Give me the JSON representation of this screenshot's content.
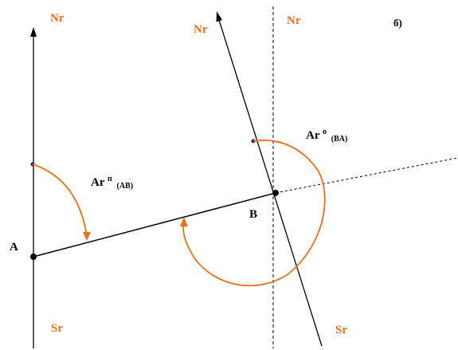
{
  "panel_label": "б)",
  "colors": {
    "orange": "#e8711a",
    "black": "#000000"
  },
  "labels": {
    "nr_left": "Nr",
    "nr_center": "Nr",
    "nr_right": "Nr",
    "sr_left": "Sr",
    "sr_right": "Sr",
    "point_a": "A",
    "point_b": "B",
    "angle_ab_main": "Ar",
    "angle_ab_sup": "п",
    "angle_ab_sub": "(AB)",
    "angle_ba_main": "Ar",
    "angle_ba_sup": "о",
    "angle_ba_sub": "(BA)"
  }
}
